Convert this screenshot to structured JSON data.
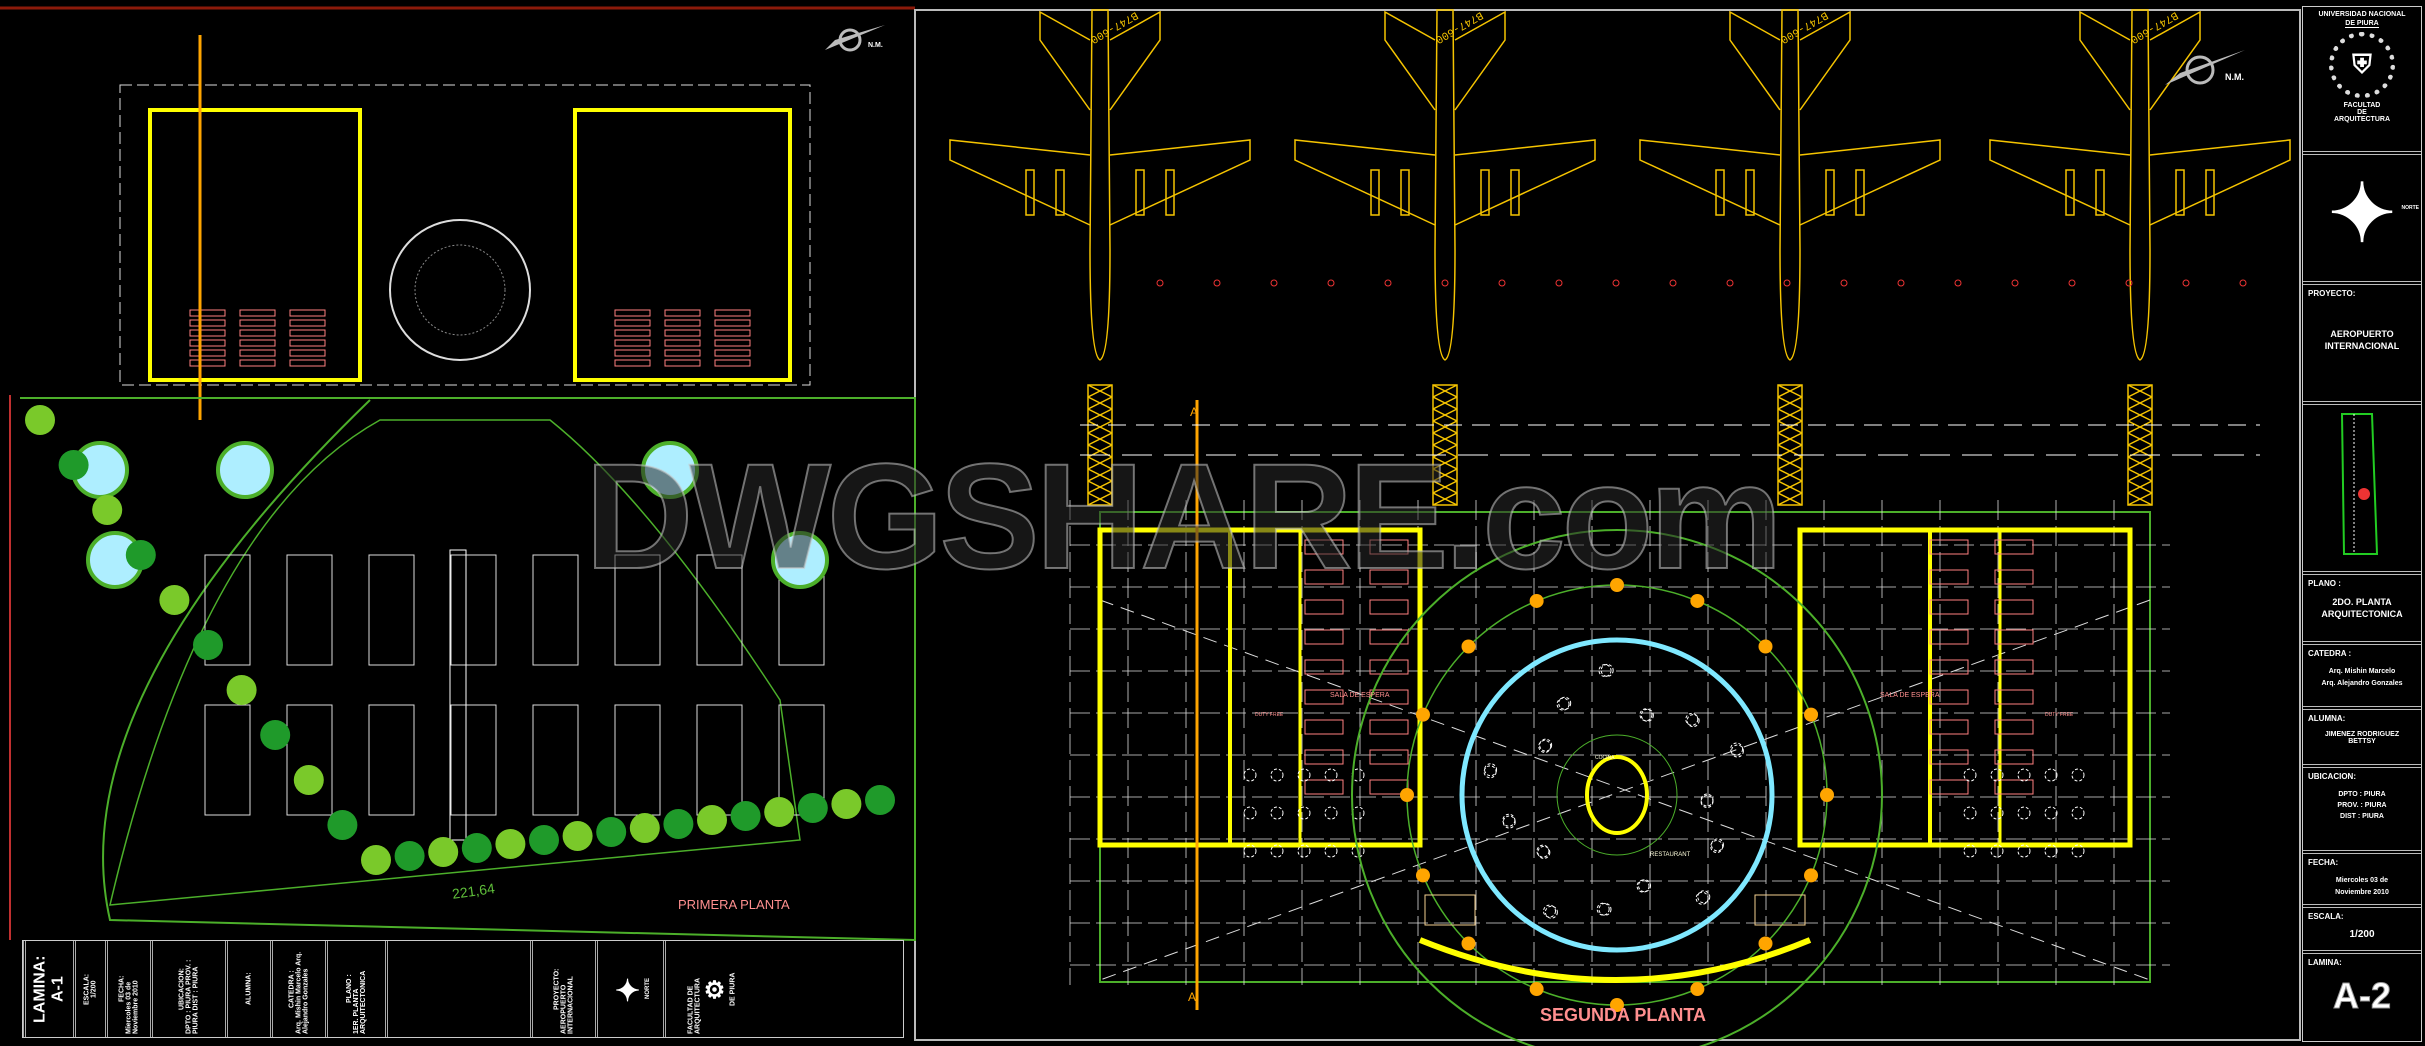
{
  "colors": {
    "background": "#000000",
    "walls": "#ffff00",
    "axes": "#ffa500",
    "green": "#4caf2a",
    "seats": "#ff8080",
    "cyan": "#7fe8ff"
  },
  "watermark": "DWGSHARE.com",
  "north_arrow_label": "N.M.",
  "aircraft": [
    {
      "tail": "B747-600"
    },
    {
      "tail": "B747-600"
    },
    {
      "tail": "B747-600"
    },
    {
      "tail": "B747-600"
    }
  ],
  "left_plan": {
    "title": "PRIMERA PLANTA",
    "dimension": "221,64"
  },
  "right_plan": {
    "title": "SEGUNDA PLANTA",
    "section_marker": "A",
    "rooms": [
      "SALA DE ESPERA",
      "DUTY FREE",
      "SALA DE ESPERA",
      "DUTY FREE",
      "COCINA",
      "RESTAURANT"
    ]
  },
  "title_block": {
    "university": "UNIVERSIDAD NACIONAL",
    "university_2": "DE PIURA",
    "faculty": "FACULTAD",
    "faculty_2": "DE",
    "faculty_3": "ARQUITECTURA",
    "north": "NORTE",
    "project_label": "PROYECTO:",
    "project": "AEROPUERTO",
    "project_2": "INTERNACIONAL",
    "plan_label": "PLANO :",
    "plan": "2DO. PLANTA",
    "plan_2": "ARQUITECTONICA",
    "chair_label": "CATEDRA :",
    "teacher_1": "Arq. Mishin Marcelo",
    "teacher_2": "Arq. Alejandro Gonzales",
    "student_label": "ALUMNA:",
    "student": "JIMENEZ RODRIGUEZ",
    "student_2": "BETTSY",
    "location_label": "UBICACION:",
    "dept": "DPTO : PIURA",
    "prov": "PROV. : PIURA",
    "dist": "DIST : PIURA",
    "date_label": "FECHA:",
    "date": "Miercoles 03 de",
    "date_2": "Noviembre 2010",
    "scale_label": "ESCALA:",
    "scale": "1/200",
    "sheet_label": "LAMINA:",
    "sheet": "A-2"
  },
  "left_title_block": {
    "sheet_label": "LAMINA:",
    "sheet": "A-1",
    "scale_label": "ESCALA:",
    "scale": "1/200",
    "date_label": "FECHA:",
    "date": "Miercoles 03 de Noviembre 2010",
    "location_label": "UBICACION:",
    "location": "DPTO : PIURA  PROV. : PIURA  DIST : PIURA",
    "student_label": "ALUMNA:",
    "chair_label": "CATEDRA :",
    "teachers": "Arq. Mishin Marcelo  Arq. Alejandro Gonzales",
    "plan_label": "PLANO :",
    "plan": "1ER. PLANTA ARQUITECTONICA",
    "project_label": "PROYECTO:",
    "project": "AEROPUERTO INTERNACIONAL",
    "north": "NORTE",
    "faculty": "FACULTAD DE ARQUITECTURA",
    "university": "DE PIURA"
  }
}
